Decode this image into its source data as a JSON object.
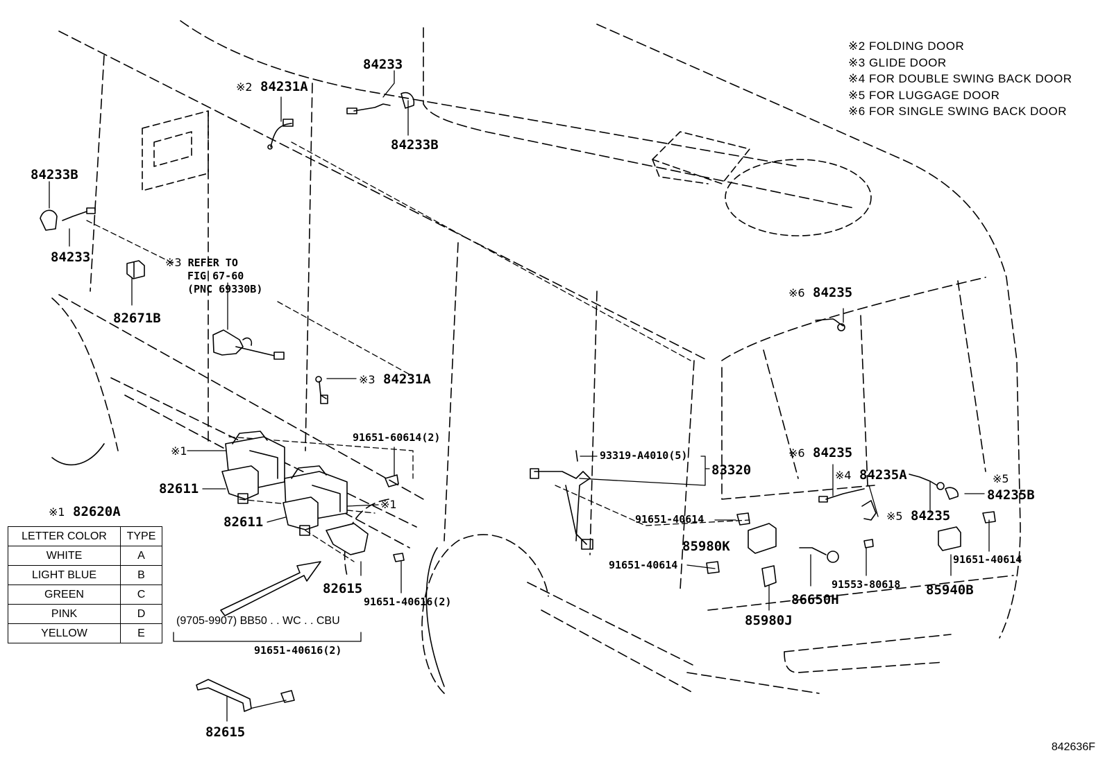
{
  "notes": [
    {
      "mark": "※2",
      "text": "FOLDING DOOR"
    },
    {
      "mark": "※3",
      "text": "GLIDE DOOR"
    },
    {
      "mark": "※4",
      "text": "FOR DOUBLE SWING BACK DOOR"
    },
    {
      "mark": "※5",
      "text": "FOR LUGGAGE DOOR"
    },
    {
      "mark": "※6",
      "text": "FOR SINGLE SWING BACK DOOR"
    }
  ],
  "labels": {
    "p84233_top": "84233",
    "p84231A_top": "84231A",
    "p84233B_top": "84233B",
    "p84233B_left": "84233B",
    "p84233_left": "84233",
    "p82671B": "82671B",
    "p84231A_mid": "84231A",
    "p91651_60614": "91651-60614(2)",
    "p82611_a": "82611",
    "p82611_b": "82611",
    "p82615_a": "82615",
    "p91651_40616_a": "91651-40616(2)",
    "p93319": "93319-A4010(5)",
    "p83320": "83320",
    "p91651_40614_a": "91651-40614",
    "p85980K": "85980K",
    "p91651_40614_b": "91651-40614",
    "p85980J": "85980J",
    "p84235_top": "84235",
    "p84235_mid": "84235",
    "p84235A": "84235A",
    "p84235B": "84235B",
    "p84235_low": "84235",
    "p91651_40614_c": "91651-40614",
    "p91553": "91553-80618",
    "p86650H": "86650H",
    "p85940B": "85940B",
    "p82620A": "82620A",
    "p91651_40616_b": "91651-40616(2)",
    "p82615_b": "82615"
  },
  "marks": {
    "m2": "※2",
    "m3a": "※3",
    "m3b": "※3",
    "m1a": "※1",
    "m1b": "※1",
    "m1c": "※1",
    "m6a": "※6",
    "m6b": "※6",
    "m4": "※4",
    "m5a": "※5",
    "m5b": "※5"
  },
  "refer": {
    "line1": "REFER TO",
    "line2": "FIG 67-60",
    "line3": "(PNC 69330B)"
  },
  "color_table": {
    "headers": [
      "LETTER COLOR",
      "TYPE"
    ],
    "rows": [
      [
        "WHITE",
        "A"
      ],
      [
        "LIGHT BLUE",
        "B"
      ],
      [
        "GREEN",
        "C"
      ],
      [
        "PINK",
        "D"
      ],
      [
        "YELLOW",
        "E"
      ]
    ]
  },
  "subnote": "(9705-9907) BB50 . . WC . . CBU",
  "figure_code": "842636F"
}
